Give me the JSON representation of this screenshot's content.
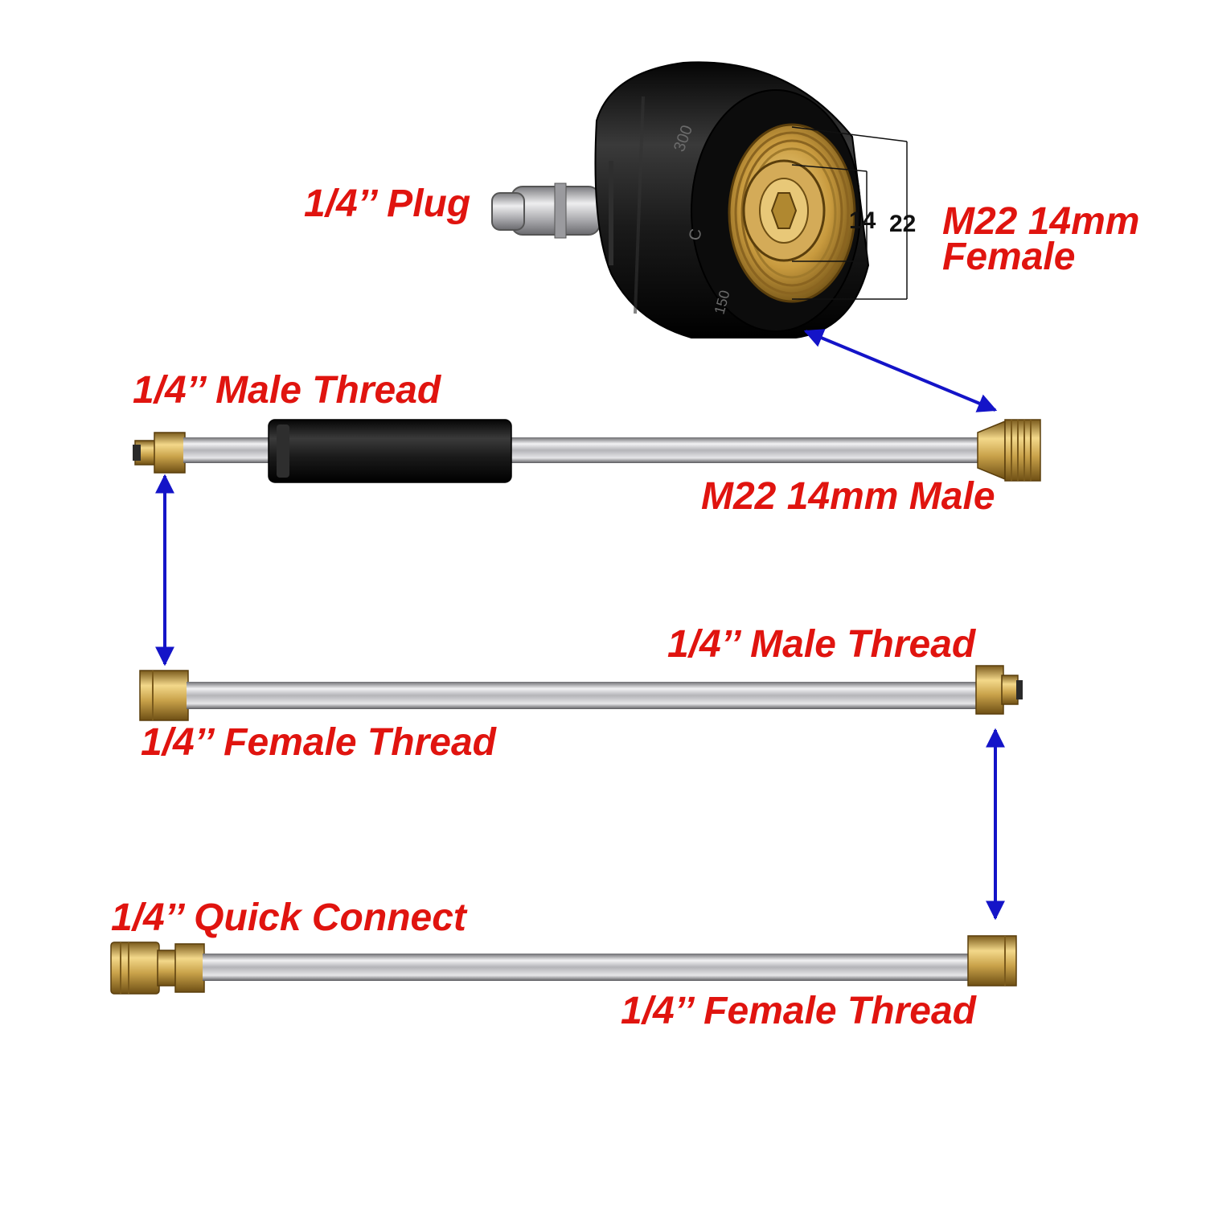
{
  "colors": {
    "label": "#e0140f",
    "arrow": "#1414c8",
    "brass": "#c9a24a",
    "steel": "#c8c8cc",
    "rubber": "#1c1c1c"
  },
  "labels": {
    "plug": "1/4’’ Plug",
    "adapter_female_line1": "M22 14mm",
    "adapter_female_line2": "Female",
    "rod1_male_thread": "1/4’’ Male Thread",
    "rod1_m22_male": "M22 14mm Male",
    "rod2_male_thread": "1/4’’ Male Thread",
    "rod2_female_thread": "1/4’’ Female Thread",
    "rod3_quick_connect": "1/4’’ Quick Connect",
    "rod3_female_thread": "1/4’’ Female Thread"
  },
  "dimensions": {
    "inner": "14",
    "outer": "22"
  },
  "adapter_markings": {
    "top": "300",
    "side": "C",
    "bottom": "150"
  },
  "icons": [
    "m22-coupler-adapter",
    "extension-wand-with-grip",
    "extension-rod",
    "extension-rod-quick-connect",
    "connection-arrow-icon"
  ]
}
